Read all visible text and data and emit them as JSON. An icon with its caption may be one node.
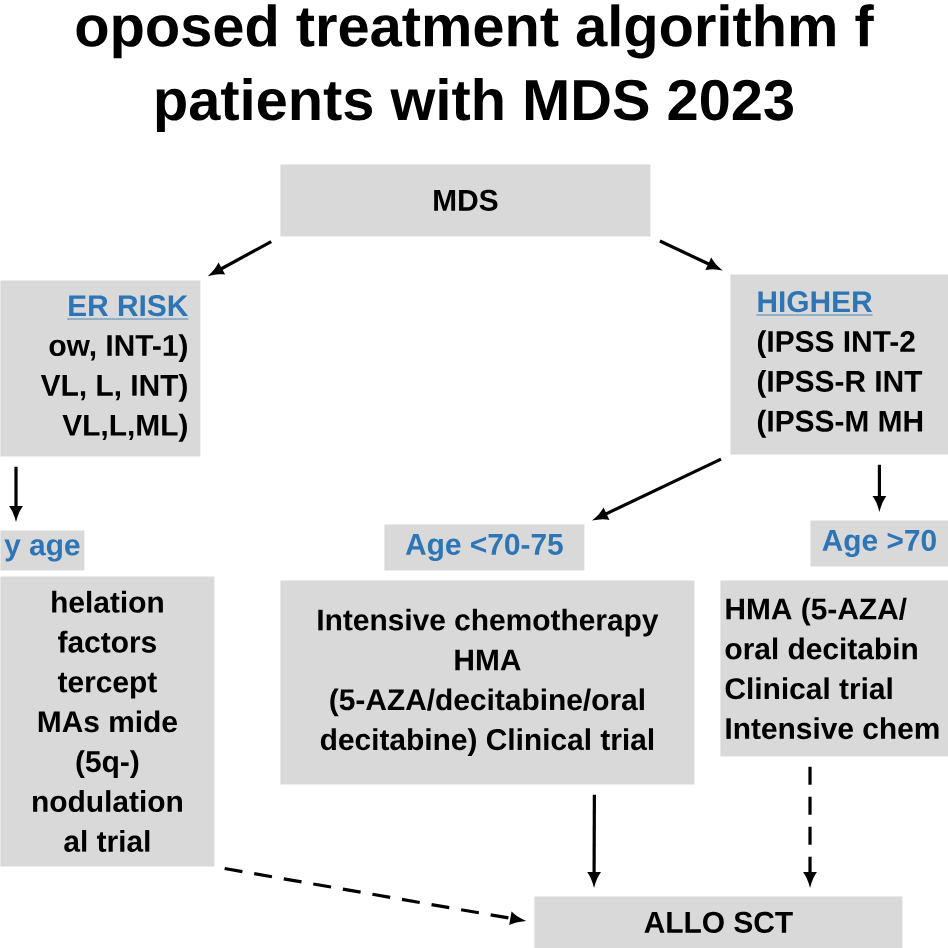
{
  "diagram": {
    "title": "oposed treatment algorithm f patients with MDS 2023",
    "nodes": [
      {
        "text": [
          "MDS"
        ]
      },
      {
        "text": [
          "ER RISK",
          "ow, INT-1) VL, L, INT) VL,L,ML)"
        ]
      },
      {
        "text": [
          "HIGHER",
          "(IPSS INT-2 (IPSS-R INT (IPSS-M MH"
        ]
      },
      {
        "text": [
          "y age"
        ]
      },
      {
        "text": [
          "helation factors tercept MAs mide (5q-) nodulation al trial"
        ]
      },
      {
        "text": [
          "Age <70-75"
        ]
      },
      {
        "text": [
          "Intensive chemotherapy HMA (5-AZA/decitabine/oral decitabine) Clinical trial"
        ]
      },
      {
        "text": [
          "Age >70"
        ]
      },
      {
        "text": [
          "HMA (5-AZA/ oral decitabin Clinical trial Intensive chem"
        ]
      },
      {
        "text": [
          "ALLO SCT"
        ]
      }
    ],
    "edges": [
      {
        "from": 0,
        "to": 1,
        "arrow": "to"
      },
      {
        "from": 0,
        "to": 2,
        "arrow": "to"
      },
      {
        "from": 1,
        "to": 3,
        "arrow": "to"
      },
      {
        "from": 2,
        "to": 5,
        "arrow": "to"
      },
      {
        "from": 2,
        "to": 7,
        "arrow": "to"
      },
      {
        "from": 6,
        "to": 9,
        "arrow": "to"
      },
      {
        "from": 8,
        "to": 9,
        "arrow": "to",
        "style": "dashed"
      },
      {
        "from": 4,
        "to": 9,
        "arrow": "to",
        "style": "dashed"
      }
    ]
  }
}
